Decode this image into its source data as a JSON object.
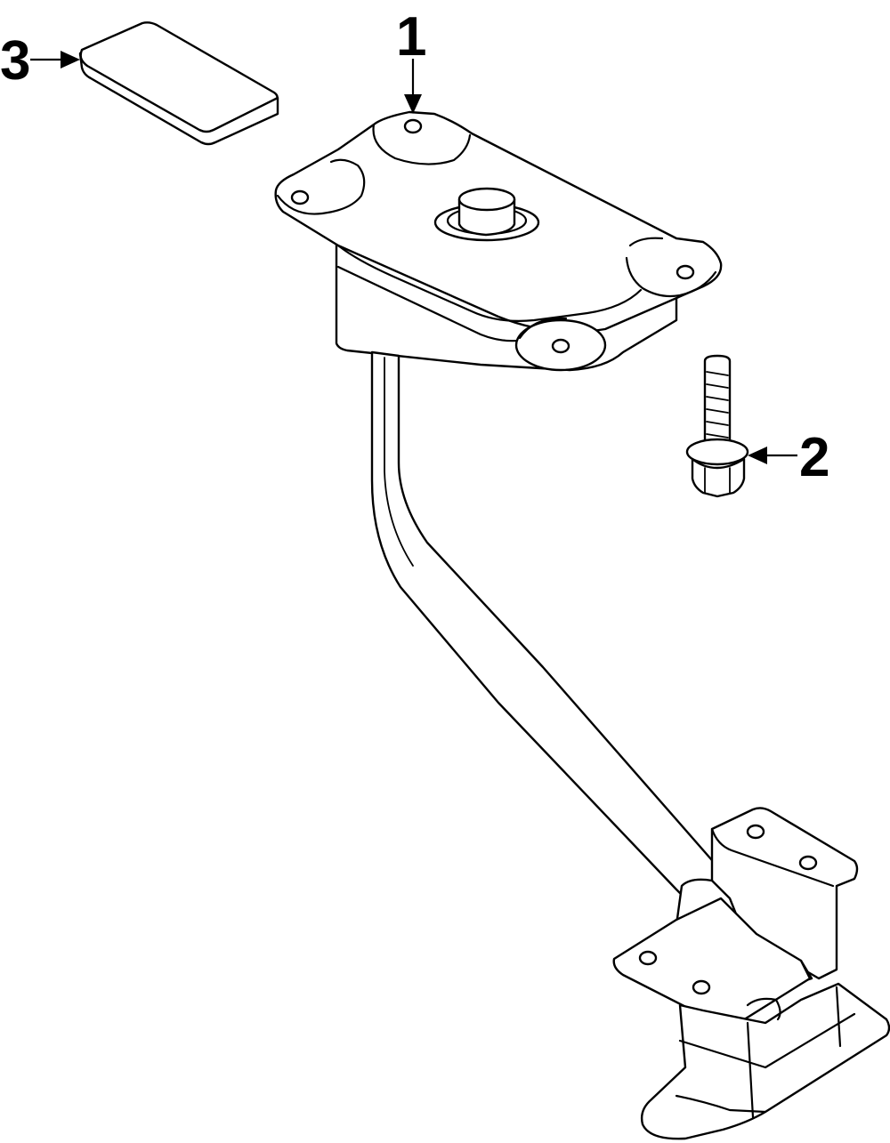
{
  "diagram": {
    "callouts": [
      {
        "label": "1",
        "part": "spare-tire-carrier"
      },
      {
        "label": "2",
        "part": "bolt"
      },
      {
        "label": "3",
        "part": "pad"
      }
    ]
  },
  "colors": {
    "line": "#000000",
    "background": "#ffffff"
  }
}
